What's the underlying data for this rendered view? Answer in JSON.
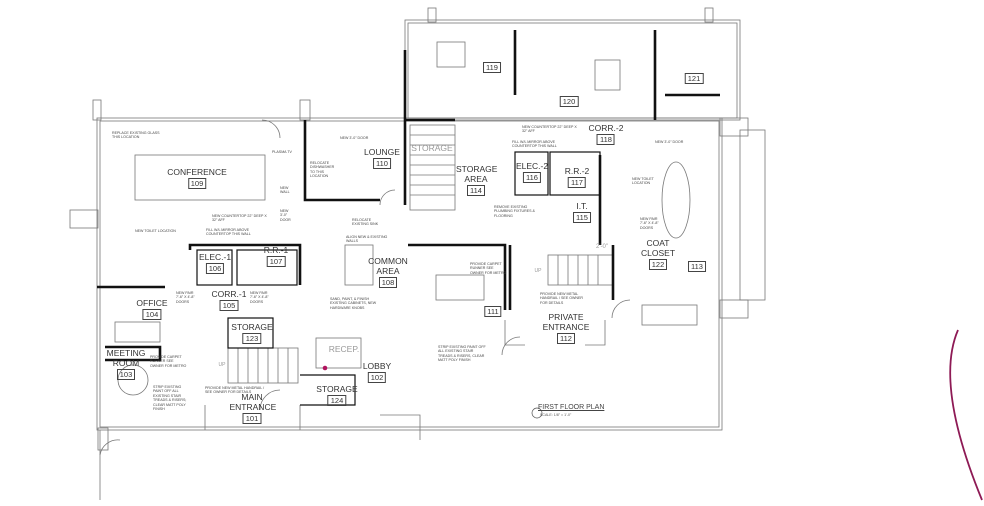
{
  "plan": {
    "title": "FIRST FLOOR PLAN",
    "scale": "SCALE: 1/8\" = 1'-0\"",
    "rooms": [
      {
        "name": "CONFERENCE",
        "number": "109"
      },
      {
        "name": "LOUNGE",
        "number": "110"
      },
      {
        "name": "STORAGE AREA",
        "number": "114"
      },
      {
        "name": "ELEC.-2",
        "number": "116"
      },
      {
        "name": "R.R.-2",
        "number": "117"
      },
      {
        "name": "CORR.-2",
        "number": "118"
      },
      {
        "name": "I.T.",
        "number": "115"
      },
      {
        "name": "COAT CLOSET",
        "number": "122"
      },
      {
        "name": "",
        "number": "113"
      },
      {
        "name": "",
        "number": "111"
      },
      {
        "name": "PRIVATE ENTRANCE",
        "number": "112"
      },
      {
        "name": "COMMON AREA",
        "number": "108"
      },
      {
        "name": "ELEC.-1",
        "number": "106"
      },
      {
        "name": "R.R.-1",
        "number": "107"
      },
      {
        "name": "CORR.-1",
        "number": "105"
      },
      {
        "name": "OFFICE",
        "number": "104"
      },
      {
        "name": "STORAGE",
        "number": "123"
      },
      {
        "name": "MEETING ROOM",
        "number": "103"
      },
      {
        "name": "LOBBY",
        "number": "102"
      },
      {
        "name": "STORAGE",
        "number": "124"
      },
      {
        "name": "MAIN ENTRANCE",
        "number": "101"
      },
      {
        "name": "",
        "number": "119"
      },
      {
        "name": "",
        "number": "120"
      },
      {
        "name": "",
        "number": "121"
      }
    ],
    "labels": {
      "storage_stair": "STORAGE",
      "recep": "RECEP.",
      "up_left": "UP",
      "up_right": "UP",
      "dimension": "2'-0\""
    },
    "notes": [
      "REPLACE EXISTING GLASS THIS LOCATION",
      "NEW 3'-0\" DOOR",
      "PLASMA TV",
      "RELOCATE DISHWASHER TO THIS LOCATION",
      "NEW WALL",
      "NEW 3'-0\" DOOR",
      "NEW COUNTERTOP 22\" DEEP X 32\" AFF",
      "FILL W/L MIRROR ABOVE COUNTERTOP THIS WALL",
      "NEW TOILET LOCATION",
      "RELOCATE EXISTING SINK",
      "ALIGN NEW & EXISTING WALLS",
      "NEW PAIR 7'-6\" X 4'-8\" DOORS",
      "NEW PAIR 7'-6\" X 4'-8\" DOORS",
      "SAND, PAINT, & FINISH EXISTING CABINETS, NEW HARDWARE KNOBS",
      "PROVIDE CARPET RUNNER SEE OWNER FOR METRO",
      "STRIP EXISTING PAINT OFF ALL EXISTING STAIR TREADS & RISERS; CLEAR MATT POLY FINISH",
      "PROVIDE NEW METAL HANDRAIL / SEE OWNER FOR DETAILS",
      "NEW COUNTERTOP 22\" DEEP X 32\" AFF",
      "FILL W/L MIRROR ABOVE COUNTERTOP THIS WALL",
      "NEW 3'-0\" DOOR",
      "NEW TOILET LOCATION",
      "REMOVE EXISTING PLUMBING FIXTURES & FLOORING",
      "NEW PAIR 7'-6\" X 4'-8\" DOORS",
      "PROVIDE CARPET RUNNER SEE OWNER FOR METRO",
      "PROVIDE NEW METAL HANDRAIL / SEE OWNER FOR DETAILS",
      "STRIP EXISTING PAINT OFF ALL EXISTING STAIR TREADS & RISERS, CLEAR MATT POLY FINISH"
    ]
  },
  "colors": {
    "walls": "#111111",
    "lines": "#777777",
    "markup": "#9b1b5a"
  }
}
